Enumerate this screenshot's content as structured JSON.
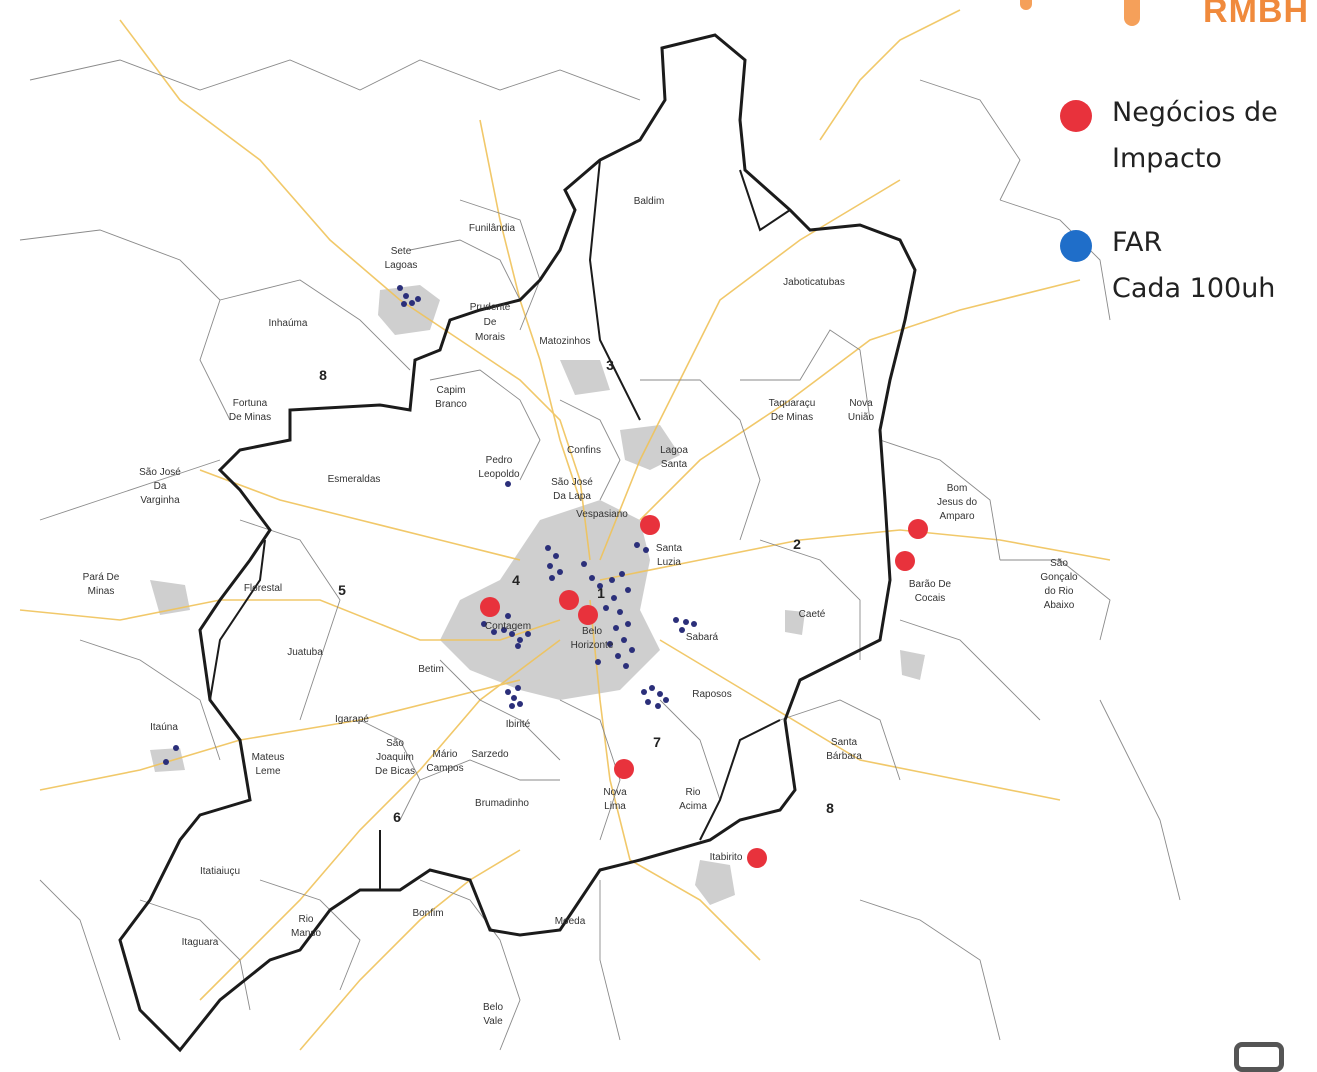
{
  "brand": {
    "text": "RMBH"
  },
  "legend": {
    "impact": {
      "line1": "Negócios de",
      "line2": "Impacto",
      "color": "#e8323c"
    },
    "far": {
      "line1": "FAR",
      "line2": "Cada 100uh",
      "color": "#1f6ec9"
    }
  },
  "marker_colors": {
    "impact": "#e8323c",
    "far_dots": "#2b2f7a",
    "urban": "#c9c9c9",
    "roads": "#f0c35a"
  },
  "places": {
    "baldim": "Baldim",
    "funilandia": "Funilândia",
    "sete1": "Sete",
    "sete2": "Lagoas",
    "jaboticatubas": "Jaboticatubas",
    "inhauma": "Inhaúma",
    "prud1": "Prudente",
    "prud2": "De",
    "prud3": "Morais",
    "matozinhos": "Matozinhos",
    "capim1": "Capim",
    "capim2": "Branco",
    "fortuna1": "Fortuna",
    "fortuna2": "De Minas",
    "taq1": "Taquaraçu",
    "taq2": "De Minas",
    "nova1": "Nova",
    "nova2": "União",
    "confins": "Confins",
    "lagoa1": "Lagoa",
    "lagoa2": "Santa",
    "pedro1": "Pedro",
    "pedro2": "Leopoldo",
    "esmeraldas": "Esmeraldas",
    "sjl1": "São José",
    "sjl2": "Da Lapa",
    "sjv1": "São José",
    "sjv2": "Da",
    "sjv3": "Varginha",
    "vespasiano": "Vespasiano",
    "bom1": "Bom",
    "bom2": "Jesus do",
    "bom3": "Amparo",
    "sl1": "Santa",
    "sl2": "Luzia",
    "sg1": "São",
    "sg2": "Gonçalo",
    "sg3": "do Rio",
    "sg4": "Abaixo",
    "para1": "Pará De",
    "para2": "Minas",
    "florestal": "Florestal",
    "barao1": "Barão De",
    "barao2": "Cocais",
    "caete": "Caeté",
    "contagem": "Contagem",
    "bh1": "Belo",
    "bh2": "Horizonte",
    "sabara": "Sabará",
    "juatuba": "Juatuba",
    "betim": "Betim",
    "raposos": "Raposos",
    "igarape": "Igarapé",
    "ibirite": "Ibirité",
    "itauna": "Itaúna",
    "mateus1": "Mateus",
    "mateus2": "Leme",
    "sjb1": "São",
    "sjb2": "Joaquim",
    "sjb3": "De Bicas",
    "mario1": "Mário",
    "mario2": "Campos",
    "sarzedo": "Sarzedo",
    "santab1": "Santa",
    "santab2": "Bárbara",
    "brumadinho": "Brumadinho",
    "novalima1": "Nova",
    "novalima2": "Lima",
    "rioac1": "Rio",
    "rioac2": "Acima",
    "itabirito": "Itabirito",
    "itatiaiucu": "Itatiaiuçu",
    "bonfim": "Bonfim",
    "moeda": "Moeda",
    "riom1": "Rio",
    "riom2": "Manso",
    "itaguara": "Itaguara",
    "belovale1": "Belo",
    "belovale2": "Vale"
  },
  "zones": {
    "z1": "1",
    "z2": "2",
    "z3": "3",
    "z4": "4",
    "z5": "5",
    "z6": "6",
    "z7": "7",
    "z8a": "8",
    "z8b": "8"
  }
}
